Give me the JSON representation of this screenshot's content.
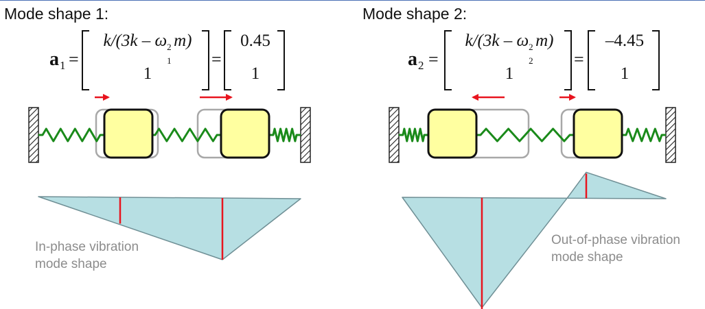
{
  "panels": [
    {
      "title": "Mode shape 1:",
      "vector_symbol": "a",
      "vector_index": "1",
      "equals": "=",
      "entry_numer_prefix": "k/(3k – ω",
      "omega_sup": "2",
      "omega_sub": "1",
      "entry_numer_suffix": "m)",
      "entry_second": "1",
      "value_top": "0.45",
      "value_bottom": "1",
      "caption": "In-phase vibration\nmode shape",
      "mass1_arrow_direction": "right",
      "mass2_arrow_direction": "right",
      "amplitude_mass1": 0.45,
      "amplitude_mass2": 1
    },
    {
      "title": "Mode shape 2:",
      "vector_symbol": "a",
      "vector_index": "2",
      "equals": "=",
      "entry_numer_prefix": "k/(3k – ω",
      "omega_sup": "2",
      "omega_sub": "2",
      "entry_numer_suffix": "m)",
      "entry_second": "1",
      "value_top": "–4.45",
      "value_bottom": "1",
      "caption": "Out-of-phase vibration\nmode shape",
      "mass1_arrow_direction": "left",
      "mass2_arrow_direction": "right",
      "amplitude_mass1": -4.45,
      "amplitude_mass2": 1
    }
  ],
  "colors": {
    "spring": "#1a8a1a",
    "mass_fill": "#ffffa0",
    "mass_border": "#111111",
    "ghost_outline": "#a8a8a8",
    "arrow": "#e8141e",
    "mode_fill": "#b7dfe3",
    "mode_outline": "#6f8f95",
    "amplitude_line": "#e8141e",
    "caption": "#8c8c8c"
  }
}
